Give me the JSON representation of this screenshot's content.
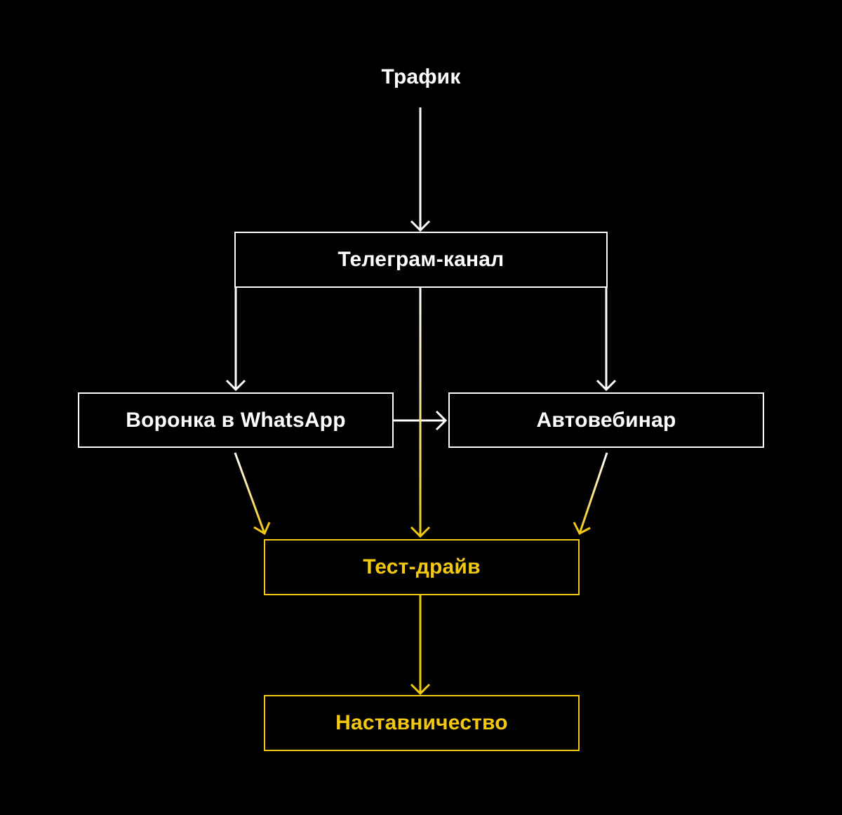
{
  "diagram": {
    "nodes": {
      "traffic": "Трафик",
      "telegram": "Телеграм-канал",
      "whatsapp": "Воронка в WhatsApp",
      "webinar": "Автовебинар",
      "testdrive": "Тест-драйв",
      "mentoring": "Наставничество"
    },
    "edges": [
      {
        "from": "Трафик",
        "to": "Телеграм-канал"
      },
      {
        "from": "Телеграм-канал",
        "to": "Воронка в WhatsApp"
      },
      {
        "from": "Телеграм-канал",
        "to": "Автовебинар"
      },
      {
        "from": "Воронка в WhatsApp",
        "to": "Автовебинар"
      },
      {
        "from": "Телеграм-канал",
        "to": "Тест-драйв"
      },
      {
        "from": "Воронка в WhatsApp",
        "to": "Тест-драйв"
      },
      {
        "from": "Автовебинар",
        "to": "Тест-драйв"
      },
      {
        "from": "Тест-драйв",
        "to": "Наставничество"
      }
    ]
  },
  "colors": {
    "background": "#000000",
    "primary": "#ffffff",
    "accent": "#f2c811"
  }
}
